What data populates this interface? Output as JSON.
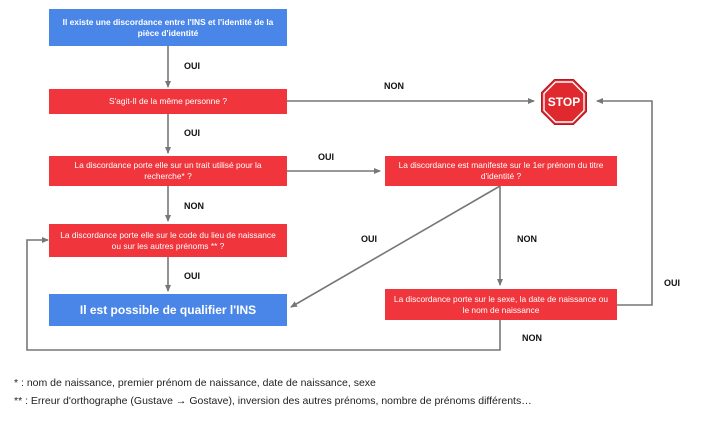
{
  "boxes": {
    "b1": "Il existe une discordance entre l'INS et l'identité de la pièce d'identité",
    "b2": "S'agit-Il de la même personne ?",
    "b3": "La discordance porte elle sur un trait utilisé pour la recherche* ?",
    "b4": "La discordance est manifeste sur le 1er prénom du titre d'identité ?",
    "b5": "La discordance porte elle sur le code du lieu de naissance ou sur les autres prénoms ** ?",
    "b6": "Il est possible de qualifier l'INS",
    "b7": "La discordance porte sur le sexe, la date de naissance ou le nom de naissance",
    "stop": "STOP"
  },
  "labels": {
    "oui1": "OUI",
    "non_top": "NON",
    "oui2": "OUI",
    "oui3": "OUI",
    "non_mid": "NON",
    "oui4": "OUI",
    "non_right": "NON",
    "oui5": "OUI",
    "oui_far": "OUI",
    "non_bottom": "NON"
  },
  "notes": {
    "n1": "* : nom de naissance, premier prénom de naissance, date de naissance, sexe",
    "n2": "** : Erreur d'orthographe (Gustave → Gostave), inversion des autres prénoms, nombre de prénoms différents…"
  },
  "colors": {
    "blue": "#4a86e8",
    "red": "#f0353c",
    "stop": "#e0282f",
    "arrow": "#777777"
  }
}
